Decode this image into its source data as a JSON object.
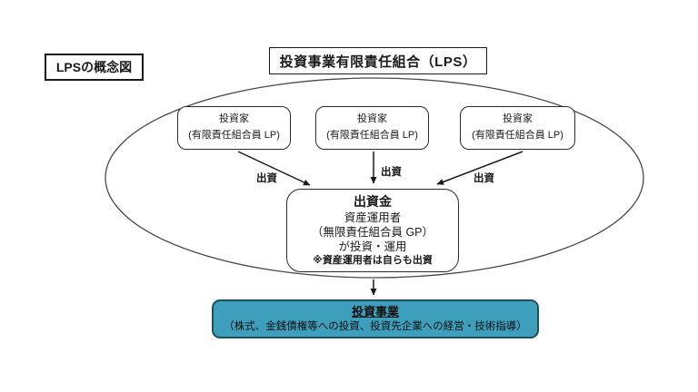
{
  "legend": {
    "title": "LPSの概念図"
  },
  "header": {
    "title": "投資事業有限責任組合（LPS）"
  },
  "investors": [
    {
      "line1": "投資家",
      "line2": "(有限責任組合員 LP)"
    },
    {
      "line1": "投資家",
      "line2": "(有限責任組合員 LP)"
    },
    {
      "line1": "投資家",
      "line2": "(有限責任組合員 LP)"
    }
  ],
  "contribution_labels": [
    "出資",
    "出資",
    "出資"
  ],
  "fund_box": {
    "title": "出資金",
    "line2": "資産運用者",
    "line3": "（無限責任組合員 GP）",
    "line4": "が投資・運用",
    "note": "※資産運用者は自らも出資"
  },
  "business_box": {
    "title": "投資事業",
    "subtitle": "（株式、金銭債権等への投資、投資先企業への経営・技術指導）"
  },
  "colors": {
    "business_fill": "#3d9fbc",
    "business_border": "#1d4f5c",
    "outline": "#2b2b2b",
    "ellipse_stroke": "#4a4a4a"
  }
}
